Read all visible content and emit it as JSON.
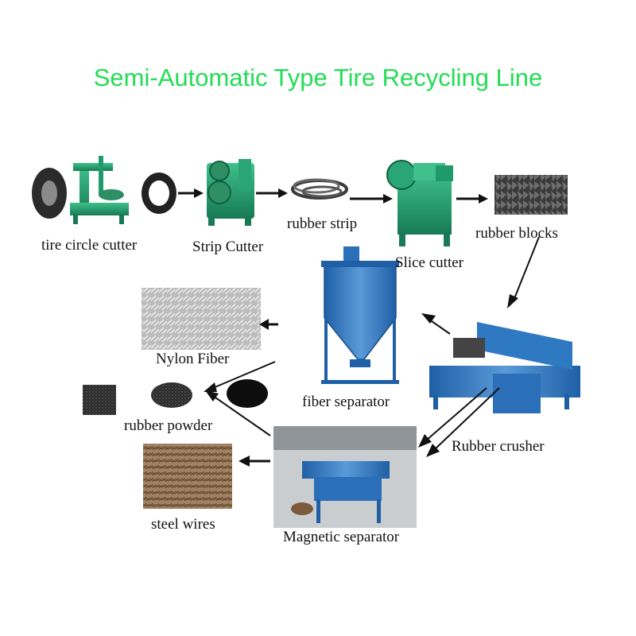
{
  "title": "Semi-Automatic Type Tire Recycling Line",
  "labels": {
    "tire_circle_cutter": "tire circle cutter",
    "strip_cutter": "Strip Cutter",
    "rubber_strip": "rubber strip",
    "slice_cutter": "Slice cutter",
    "rubber_blocks": "rubber blocks",
    "nylon_fiber": "Nylon Fiber",
    "fiber_separator": "fiber separator",
    "rubber_powder": "rubber powder",
    "rubber_crusher": "Rubber crusher",
    "steel_wires": "steel wires",
    "magnetic_separator": "Magnetic separator"
  },
  "colors": {
    "title": "#22dd55",
    "machine_green": "#1f9a6a",
    "machine_blue": "#2a6fb8",
    "arrow": "#111111"
  }
}
